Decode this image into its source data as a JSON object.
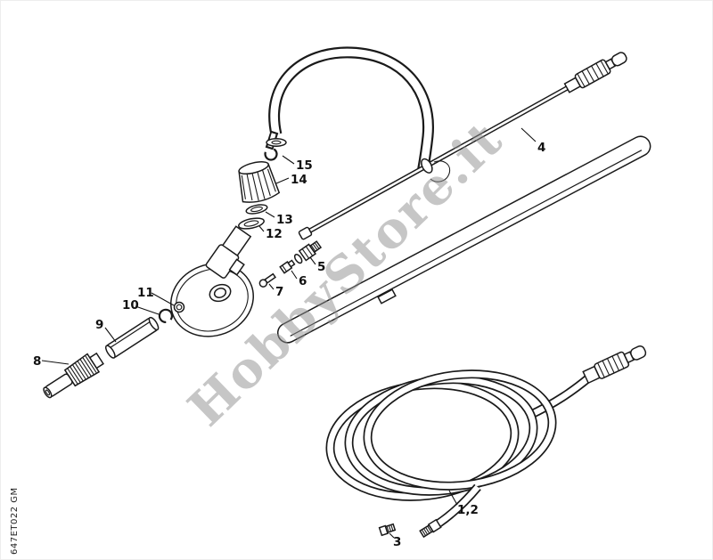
{
  "diagram": {
    "watermark": "HobbyStore.it",
    "drawing_code": "647ET022 GM",
    "parts": {
      "n1_2": "1,2",
      "n3": "3",
      "n4": "4",
      "n5": "5",
      "n6": "6",
      "n7": "7",
      "n8": "8",
      "n9": "9",
      "n10": "10",
      "n11": "11",
      "n12": "12",
      "n13": "13",
      "n14": "14",
      "n15": "15"
    }
  }
}
